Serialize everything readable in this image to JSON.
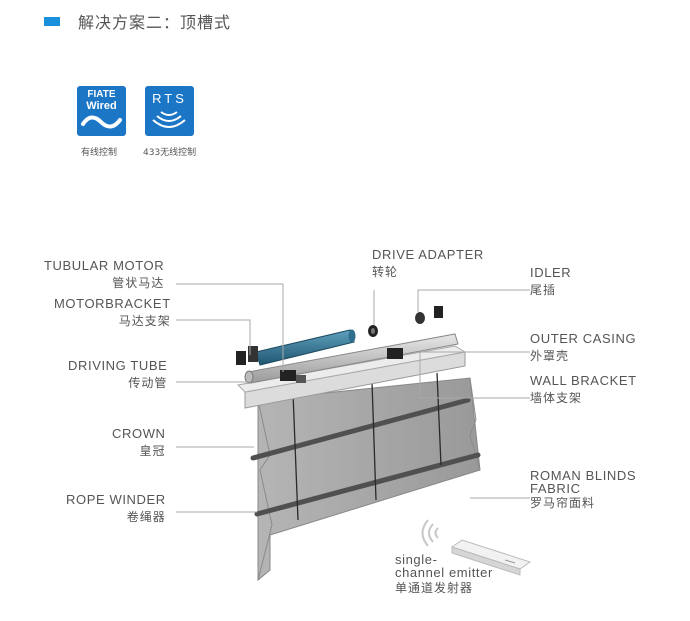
{
  "header": {
    "title": "解决方案二：顶槽式"
  },
  "badges": [
    {
      "line1": "FIATE",
      "line2": "Wired",
      "caption": "有线控制",
      "icon": "wave-icon"
    },
    {
      "line1": "RTS",
      "caption": "433无线控制",
      "icon": "wireless-signal-icon"
    }
  ],
  "labels": {
    "tubular_motor": {
      "en": "TUBULAR MOTOR",
      "zh": "管状马达"
    },
    "motorbracket": {
      "en": "MOTORBRACKET",
      "zh": "马达支架"
    },
    "driving_tube": {
      "en": "DRIVING TUBE",
      "zh": "传动管"
    },
    "crown": {
      "en": "CROWN",
      "zh": "皇冠"
    },
    "rope_winder": {
      "en": "ROPE WINDER",
      "zh": "卷绳器"
    },
    "drive_adapter": {
      "en": "DRIVE ADAPTER",
      "zh": "转轮"
    },
    "idler": {
      "en": "IDLER",
      "zh": "尾插"
    },
    "outer_casing": {
      "en": "OUTER CASING",
      "zh": "外罩壳"
    },
    "wall_bracket": {
      "en": "WALL BRACKET",
      "zh": "墙体支架"
    },
    "roman_blinds": {
      "en1": "ROMAN BLINDS",
      "en2": "FABRIC",
      "zh": "罗马帘面料"
    },
    "emitter": {
      "en1": "single-",
      "en2": "channel emitter",
      "zh": "单通道发射器"
    }
  },
  "colors": {
    "accent": "#1a8fdc",
    "badge": "#1c76c6",
    "motor": "#2e6f8e",
    "fabric": "#a7a7a7"
  }
}
